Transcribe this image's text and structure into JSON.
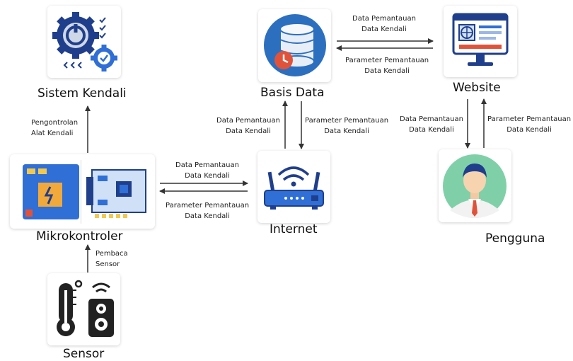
{
  "nodes": {
    "sistem_kendali": "Sistem Kendali",
    "basis_data": "Basis Data",
    "website": "Website",
    "mikrokontroler": "Mikrokontroler",
    "internet": "Internet",
    "pengguna": "Pengguna",
    "sensor": "Sensor"
  },
  "edges": {
    "db_to_web": [
      "Data Pemantauan",
      "Data Kendali"
    ],
    "web_to_db": [
      "Parameter Pemantauan",
      "Data Kendali"
    ],
    "net_to_db": [
      "Data Pemantauan",
      "Data Kendali"
    ],
    "db_to_net": [
      "Parameter Pemantauan",
      "Data Kendali"
    ],
    "web_to_user": [
      "Data Pemantauan",
      "Data Kendali"
    ],
    "user_to_web": [
      "Parameter Pemantauan",
      "Data Kendali"
    ],
    "mcu_to_net": [
      "Data Pemantauan",
      "Data Kendali"
    ],
    "net_to_mcu": [
      "Parameter Pemantauan",
      "Data Kendali"
    ],
    "mcu_to_ctrl": [
      "Pengontrolan",
      "Alat Kendali"
    ],
    "sensor_to_mcu": [
      "Pembaca",
      "Sensor"
    ]
  },
  "colors": {
    "arrow": "#333333",
    "blue_dark": "#1f3f8c",
    "blue": "#2f6fd6",
    "db_circle": "#2c6fbf",
    "orange": "#e0533a",
    "green": "#7fd0a8"
  }
}
